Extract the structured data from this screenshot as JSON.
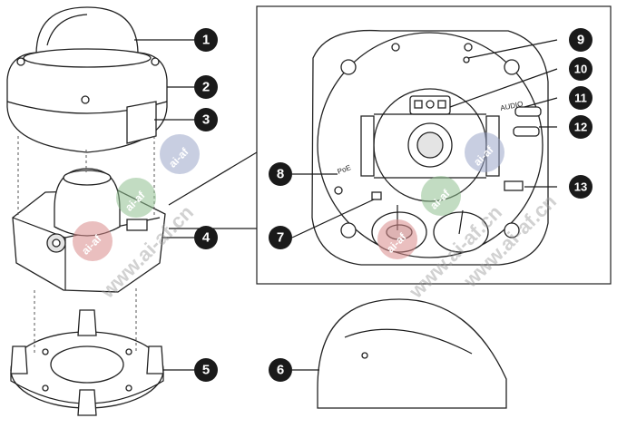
{
  "callouts": [
    {
      "num": "1"
    },
    {
      "num": "2"
    },
    {
      "num": "3"
    },
    {
      "num": "4"
    },
    {
      "num": "5"
    },
    {
      "num": "6"
    },
    {
      "num": "7"
    },
    {
      "num": "8"
    },
    {
      "num": "9"
    },
    {
      "num": "10"
    },
    {
      "num": "11"
    },
    {
      "num": "12"
    },
    {
      "num": "13"
    }
  ],
  "labels": {
    "poe": "PoE",
    "audio": "AUDIO"
  },
  "watermark": {
    "text": "www.ai-af.cn",
    "badge": "ai-af"
  }
}
